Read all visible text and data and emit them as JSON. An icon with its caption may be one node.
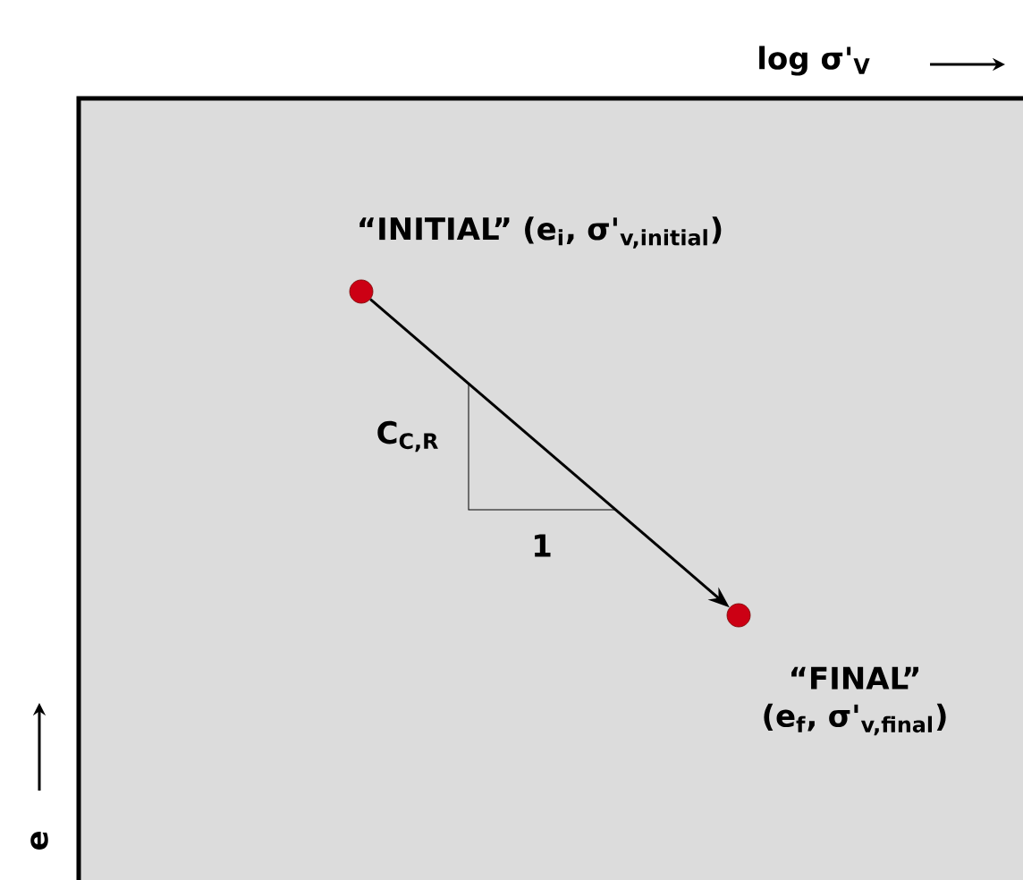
{
  "diagram": {
    "nodes": [
      {
        "text": [],
        "shape": "circle",
        "beside": [
          "“INITIAL” (e$_{i}$, σ'$_{v,initial}$)"
        ]
      },
      {
        "text": [],
        "shape": "circle",
        "beside": [
          "“FINAL” (e$_{f}$, σ'$_{v,final}$)"
        ]
      }
    ],
    "edges": [
      {
        "from": 0,
        "to": 1,
        "arrow": "to"
      }
    ],
    "labels": [
      "log σ'$_{V}$",
      "C$_{C,R}$",
      "1",
      "e"
    ]
  }
}
